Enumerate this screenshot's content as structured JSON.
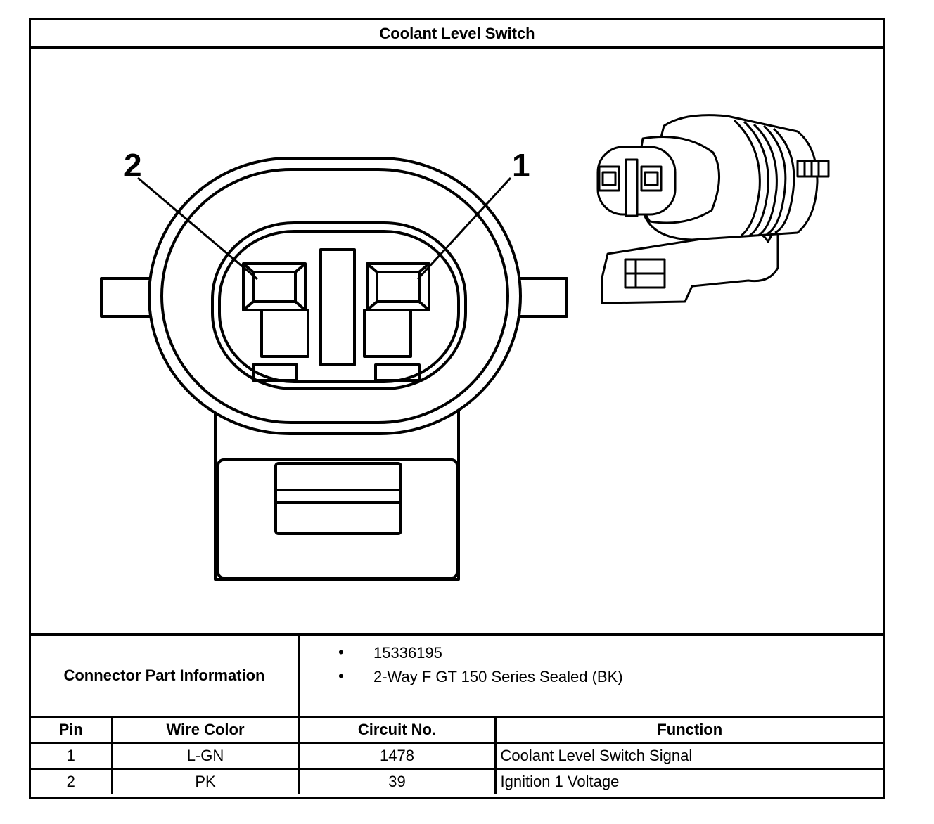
{
  "title": "Coolant Level Switch",
  "diagram": {
    "pin_label_left": "2",
    "pin_label_right": "1"
  },
  "connector_info": {
    "label": "Connector Part Information",
    "items": [
      "15336195",
      "2-Way F GT 150 Series Sealed (BK)"
    ]
  },
  "pin_table": {
    "headers": [
      "Pin",
      "Wire Color",
      "Circuit No.",
      "Function"
    ],
    "rows": [
      {
        "pin": "1",
        "wire_color": "L-GN",
        "circuit": "1478",
        "function": "Coolant Level Switch Signal"
      },
      {
        "pin": "2",
        "wire_color": "PK",
        "circuit": "39",
        "function": "Ignition 1 Voltage"
      }
    ]
  }
}
